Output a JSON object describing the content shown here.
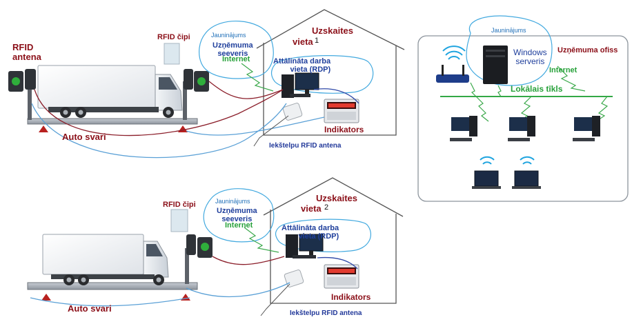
{
  "site1": {
    "rfid_antenna": "RFID\nantena",
    "rfid_chips": "RFID čipi",
    "auto_scales": "Auto svari",
    "upgrade": "Jauninājums",
    "company_server": "Uzņēmuma\nseeveris",
    "internet": "Internet",
    "accounting_place_line1": "Uzskaites",
    "accounting_place_line2": "vieta",
    "place_number": "1",
    "remote_workplace": "Attālināta darba\nvieta (RDP)",
    "indicator": "Indikators",
    "indoor_rfid_antenna": "Iekštelpu RFID antena"
  },
  "site2": {
    "rfid_chips": "RFID čipi",
    "auto_scales": "Auto svari",
    "upgrade": "Jauninājums",
    "company_server": "Uzņēmuma\nseeveris",
    "internet": "Internet",
    "accounting_place_line1": "Uzskaites",
    "accounting_place_line2": "vieta",
    "place_number": "2",
    "remote_workplace": "Attālināta darba\nvieta (RDP)",
    "indicator": "Indikators",
    "indoor_rfid_antenna": "Iekštelpu RFID antena"
  },
  "office": {
    "upgrade": "Jauninājums",
    "windows_server": "Windows\nserveris",
    "office_label": "Uzņēmuma ofiss",
    "internet": "Internet",
    "local_network": "Lokālais tīkls"
  }
}
